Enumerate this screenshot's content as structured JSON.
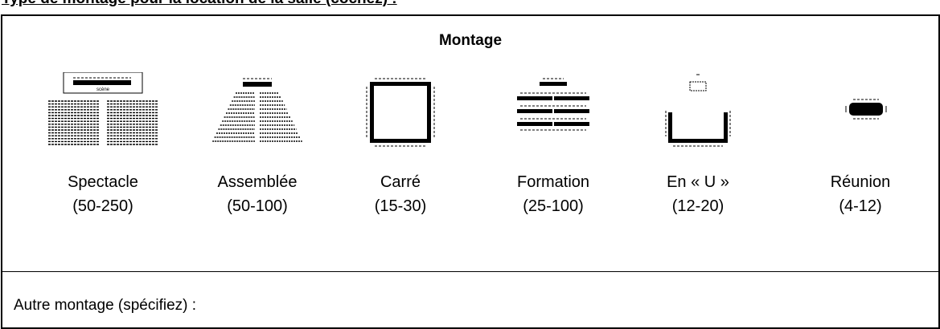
{
  "heading": "Type de montage pour la location de la salle (cochez) :",
  "box_title": "Montage",
  "options": [
    {
      "name": "Spectacle",
      "range": "(50-250)",
      "icon": "theatre-layout-icon",
      "stage_label": "scène"
    },
    {
      "name": "Assemblée",
      "range": "(50-100)",
      "icon": "assembly-layout-icon"
    },
    {
      "name": "Carré",
      "range": "(15-30)",
      "icon": "square-layout-icon"
    },
    {
      "name": "Formation",
      "range": "(25-100)",
      "icon": "classroom-layout-icon"
    },
    {
      "name": "En « U »",
      "range": "(12-20)",
      "icon": "u-shape-layout-icon"
    },
    {
      "name": "Réunion",
      "range": "(4-12)",
      "icon": "boardroom-layout-icon"
    }
  ],
  "other_label": "Autre montage (spécifiez) :"
}
